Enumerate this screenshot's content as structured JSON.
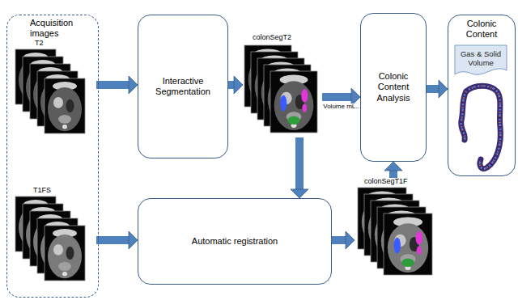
{
  "diagram": {
    "nodes": [
      {
        "text": [
          "Acquisition images"
        ]
      },
      {
        "text": [
          "T2"
        ],
        "in": 0
      },
      {
        "text": [
          "T1FS"
        ],
        "in": 0
      },
      {
        "text": [
          "Interactive Segmentation"
        ]
      },
      {
        "text": [
          "colonSegT2"
        ]
      },
      {
        "text": [
          "Colonic Content Analysis"
        ]
      },
      {
        "text": [
          "Colonic Content"
        ]
      },
      {
        "text": [
          "Gas & Solid Volume"
        ],
        "in": 6
      },
      {
        "text": [
          "Automatic registration"
        ]
      },
      {
        "text": [
          "colonSegT1F"
        ]
      }
    ],
    "edges": [
      {
        "from": 1,
        "to": 3,
        "arrow": "to"
      },
      {
        "from": 3,
        "to": 4,
        "arrow": "to"
      },
      {
        "from": 4,
        "to": 5,
        "label": "Volume mL..",
        "arrow": "to"
      },
      {
        "from": 4,
        "to": 8,
        "arrow": "to"
      },
      {
        "from": 2,
        "to": 8,
        "arrow": "to"
      },
      {
        "from": 8,
        "to": 9,
        "arrow": "to"
      },
      {
        "from": 9,
        "to": 5,
        "arrow": "to"
      },
      {
        "from": 5,
        "to": 6,
        "arrow": "to"
      }
    ]
  }
}
